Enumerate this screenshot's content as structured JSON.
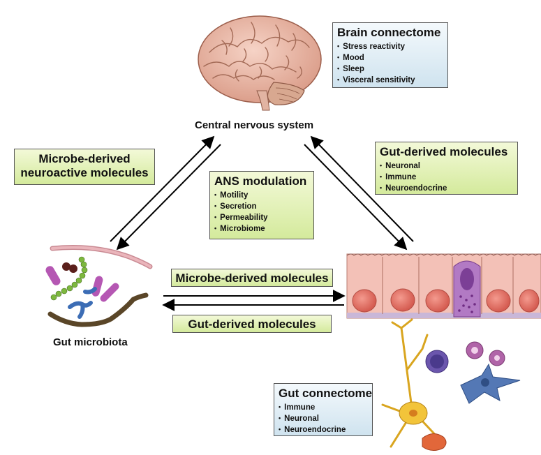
{
  "brain_connectome": {
    "title": "Brain connectome",
    "items": [
      "Stress reactivity",
      "Mood",
      "Sleep",
      "Visceral sensitivity"
    ]
  },
  "cns_label": "Central nervous system",
  "gut_derived_molecules_box": {
    "title": "Gut-derived molecules",
    "items": [
      "Neuronal",
      "Immune",
      "Neuroendocrine"
    ]
  },
  "microbe_neuroactive_box": {
    "line1": "Microbe-derived",
    "line2": "neuroactive molecules"
  },
  "ans_modulation": {
    "title": "ANS modulation",
    "items": [
      "Motility",
      "Secretion",
      "Permeability",
      "Microbiome"
    ]
  },
  "microbe_derived_molecules": "Microbe-derived molecules",
  "gut_derived_molecules": "Gut-derived molecules",
  "gut_microbiota_label": "Gut microbiota",
  "gut_connectome": {
    "title": "Gut connectome",
    "items": [
      "Immune",
      "Neuronal",
      "Neuroendocrine"
    ]
  },
  "colors": {
    "green_box": "#d4ea9c",
    "blue_box": "#cfe3ef",
    "brain": "#e8b7a6",
    "epithelium": "#f3c1b7",
    "nucleus": "#e57368",
    "goblet_cell": "#a067b5",
    "neuron": "#f2c43a",
    "immune_cell": "#5478b5"
  }
}
